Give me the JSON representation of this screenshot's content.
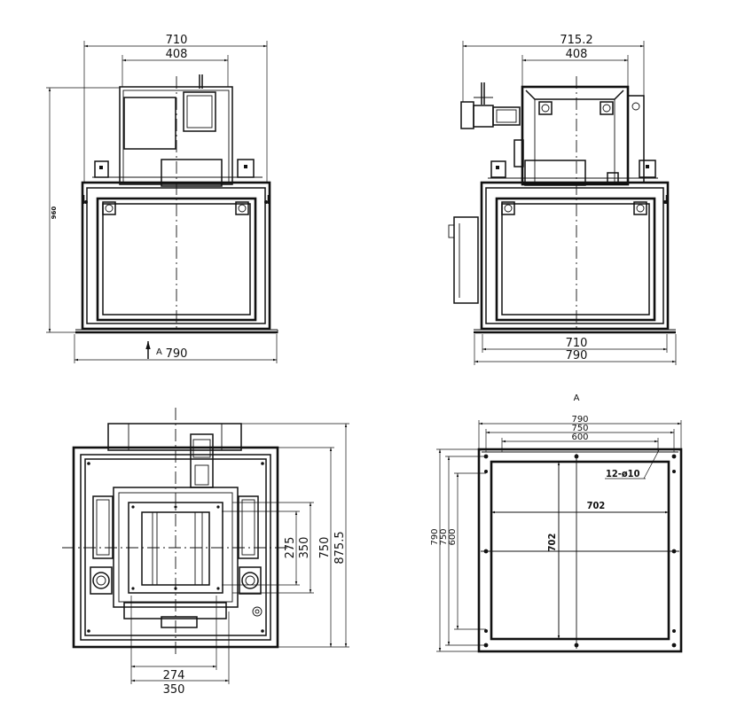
{
  "front_view": {
    "width_label": "710",
    "inner_width_label": "408",
    "height_label": "960",
    "base_width_label": "790",
    "view_arrow_label": "A"
  },
  "side_view": {
    "width_label": "715.2",
    "inner_width_label": "408",
    "body_width_label": "710",
    "base_width_label": "790"
  },
  "bottom_view": {
    "outlet_width_a": "274",
    "outlet_width_b": "350",
    "height_275": "275",
    "height_350": "350",
    "height_750": "750",
    "height_875": "875.5"
  },
  "view_a": {
    "title": "A",
    "top_790": "790",
    "top_750": "750",
    "top_600": "600",
    "left_790": "790",
    "left_750": "750",
    "left_600": "600",
    "holes_note": "12-ø10",
    "center_h": "702",
    "center_v": "702"
  }
}
